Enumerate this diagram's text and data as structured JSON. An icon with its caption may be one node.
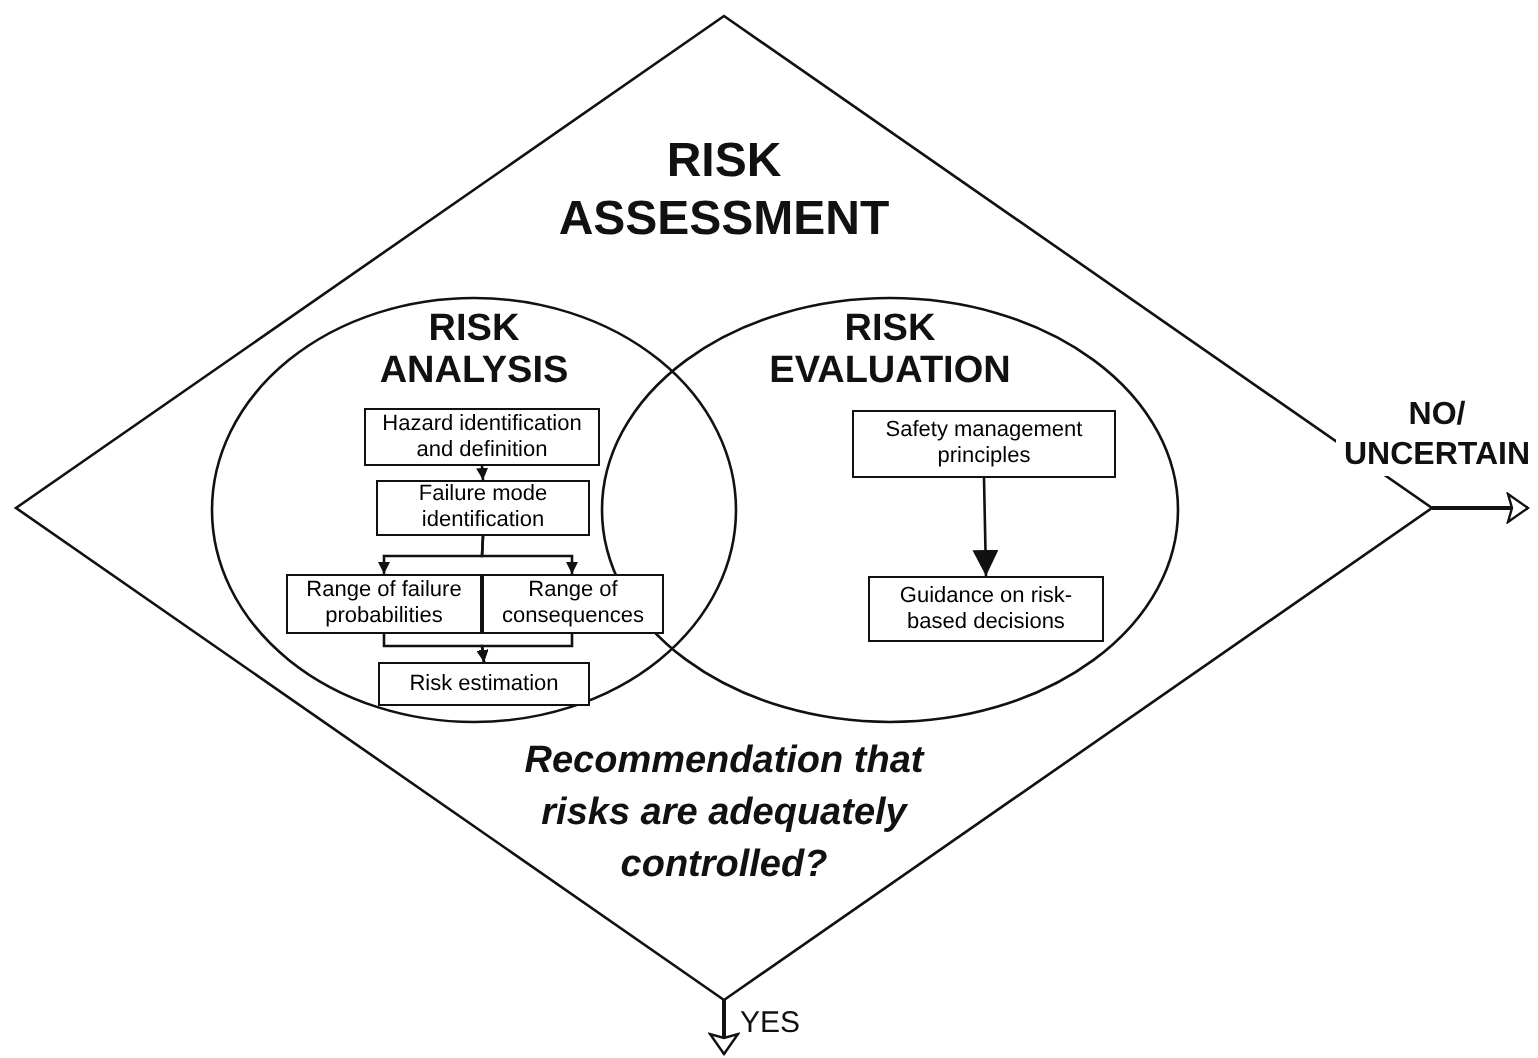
{
  "diagram": {
    "nodes": [
      {
        "text": [
          "RISK ASSESSMENT",
          "Recommendation that risks are adequately controlled?"
        ]
      },
      {
        "text": [
          "RISK ANALYSIS"
        ],
        "in": 0
      },
      {
        "text": [
          "Hazard identification and definition"
        ],
        "in": 1
      },
      {
        "text": [
          "Failure mode identification"
        ],
        "in": 1
      },
      {
        "text": [
          "Range of failure probabilities"
        ],
        "in": 1
      },
      {
        "text": [
          "Range of consequences"
        ],
        "in": 1
      },
      {
        "text": [
          "Risk estimation"
        ],
        "in": 1
      },
      {
        "text": [
          "RISK EVALUATION"
        ],
        "in": 0
      },
      {
        "text": [
          "Safety management principles"
        ],
        "in": 7
      },
      {
        "text": [
          "Guidance on risk-based decisions"
        ],
        "in": 7
      }
    ],
    "edges": [
      {
        "from": 2,
        "to": 3,
        "arrow": "to"
      },
      {
        "from": 3,
        "to": 4,
        "arrow": "to"
      },
      {
        "from": 3,
        "to": 5,
        "arrow": "to"
      },
      {
        "from": 4,
        "to": 6,
        "arrow": "to"
      },
      {
        "from": 5,
        "to": 6,
        "arrow": "to"
      },
      {
        "from": 8,
        "to": 9,
        "arrow": "to"
      },
      {
        "from": 0,
        "to": null,
        "arrow": "to",
        "label": "NO/ UNCERTAIN"
      },
      {
        "from": 0,
        "to": null,
        "arrow": "to",
        "label": "YES"
      }
    ]
  }
}
